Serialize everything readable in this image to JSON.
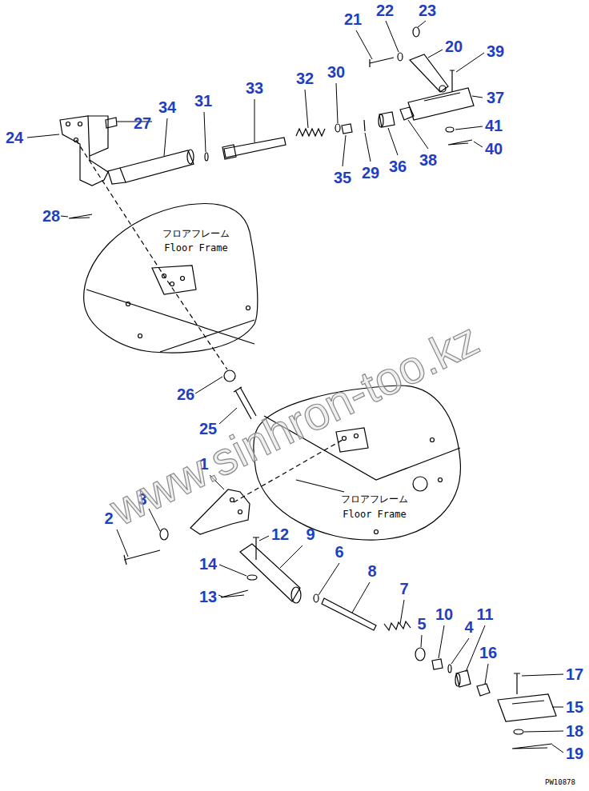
{
  "diagram": {
    "labels": [
      "21",
      "22",
      "23",
      "20",
      "39",
      "37",
      "41",
      "40",
      "38",
      "36",
      "29",
      "35",
      "30",
      "32",
      "33",
      "31",
      "34",
      "27",
      "24",
      "28",
      "26",
      "25",
      "1",
      "3",
      "2",
      "12",
      "9",
      "6",
      "14",
      "13",
      "8",
      "7",
      "5",
      "10",
      "4",
      "11",
      "16",
      "17",
      "15",
      "18",
      "19",
      "フロアフレーム",
      "Floor Frame",
      "フロアフレーム",
      "Floor Frame",
      "www.sinhron-too.kz",
      "PW10878"
    ]
  }
}
